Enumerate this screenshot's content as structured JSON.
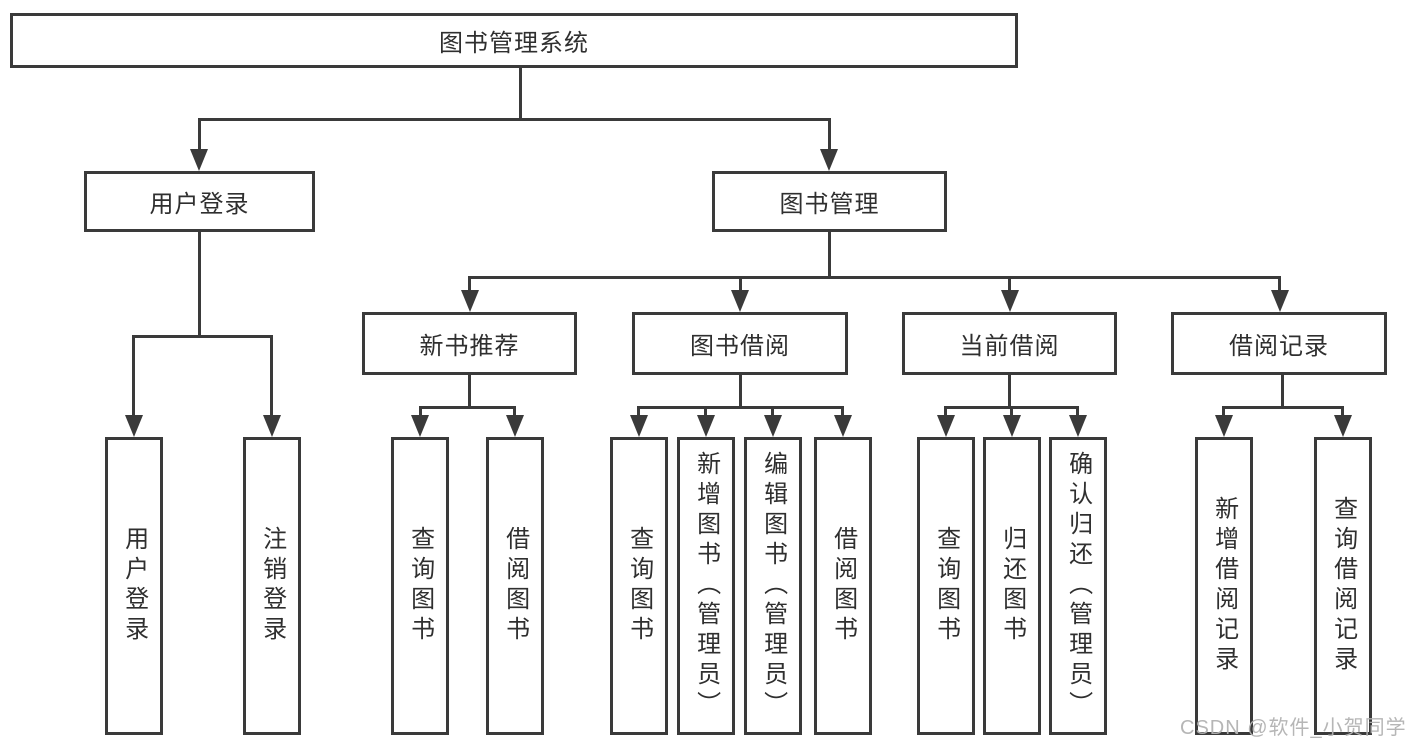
{
  "colors": {
    "line": "#3a3a3a",
    "box_border": "#3a3a3a",
    "box_background": "#ffffff",
    "text": "#2f2f2f",
    "watermark": "#b2b2b2"
  },
  "root": {
    "label": "图书管理系统"
  },
  "level2": {
    "user_login": {
      "label": "用户登录"
    },
    "book_management": {
      "label": "图书管理"
    }
  },
  "level3": {
    "new_book_recommend": {
      "label": "新书推荐"
    },
    "book_borrowing": {
      "label": "图书借阅"
    },
    "current_borrowing": {
      "label": "当前借阅"
    },
    "borrowing_records": {
      "label": "借阅记录"
    }
  },
  "leaves": {
    "user_login_leaf": {
      "label": "用户登录"
    },
    "logout": {
      "label": "注销登录"
    },
    "rec_query_books": {
      "label": "查询图书"
    },
    "rec_borrow_books": {
      "label": "借阅图书"
    },
    "bb_query_books": {
      "label": "查询图书"
    },
    "bb_add_books_admin": {
      "label": "新增图书（管理员）"
    },
    "bb_edit_books_admin": {
      "label": "编辑图书（管理员）"
    },
    "bb_borrow_books": {
      "label": "借阅图书"
    },
    "cb_query_books": {
      "label": "查询图书"
    },
    "cb_return_books": {
      "label": "归还图书"
    },
    "cb_confirm_return_admin": {
      "label": "确认归还（管理员）"
    },
    "br_add_record": {
      "label": "新增借阅记录"
    },
    "br_query_record": {
      "label": "查询借阅记录"
    }
  },
  "watermark": {
    "text": "CSDN @软件_小贺同学"
  }
}
